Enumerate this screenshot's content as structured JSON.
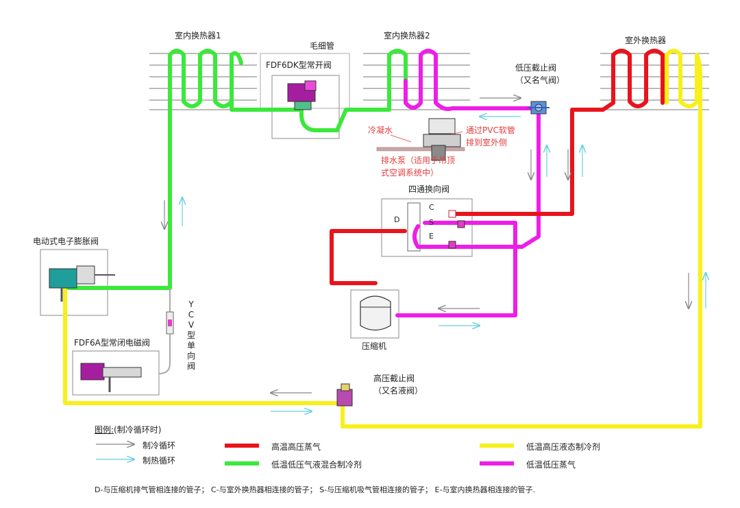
{
  "labels": {
    "indoor_hx1": "室内换热器1",
    "capillary": "毛细管",
    "fdf6dk_valve": "FDF6DK型常开阀",
    "indoor_hx2": "室内换热器2",
    "low_pressure_valve": "低压截止阀",
    "low_pressure_valve_alias": "（又名气阀）",
    "outdoor_hx": "室外换热器",
    "condensate": "冷凝水",
    "pvc_hose_1": "通过PVC软管",
    "pvc_hose_2": "排到室外侧",
    "drain_pump_1": "排水泵（适用于吊顶",
    "drain_pump_2": "式空调系统中）",
    "four_way_valve": "四通换向阀",
    "port_c": "C",
    "port_d": "D",
    "port_s": "S",
    "port_e": "E",
    "eev": "电动式电子膨胀阀",
    "ycv_check_valve": "YCV型单向阀",
    "fdf6a_valve": "FDF6A型常闭电磁阀",
    "compressor": "压缩机",
    "high_pressure_valve": "高压截止阀",
    "high_pressure_valve_alias": "（又名液阀）"
  },
  "legend": {
    "title": "图例:",
    "title_note": "(制冷循环时)",
    "items": [
      {
        "key": "cool-arrow",
        "label": "制冷循环",
        "color": "#888888"
      },
      {
        "key": "heat-arrow",
        "label": "制热循环",
        "color": "#66cfdd"
      },
      {
        "key": "red",
        "label": "高温高压蒸气",
        "color": "#e8141b"
      },
      {
        "key": "green",
        "label": "低温低压气液混合制冷剂",
        "color": "#3be83b"
      },
      {
        "key": "yellow",
        "label": "低温高压液态制冷剂",
        "color": "#f7f01a"
      },
      {
        "key": "magenta",
        "label": "低温低压蒸气",
        "color": "#ee1ee8"
      }
    ],
    "footnote": "D-与压缩机排气管相连接的管子；   C-与室外换热器相连接的管子；   S-与压缩机吸气管相连接的管子；   E-与室内换热器相连接的管子."
  },
  "colors": {
    "red": "#e8141b",
    "green": "#3be83b",
    "yellow": "#f7f01a",
    "magenta": "#ee1ee8",
    "cool_arrow": "#888888",
    "heat_arrow": "#66cfdd",
    "annotation_red": "#e23b3b"
  }
}
